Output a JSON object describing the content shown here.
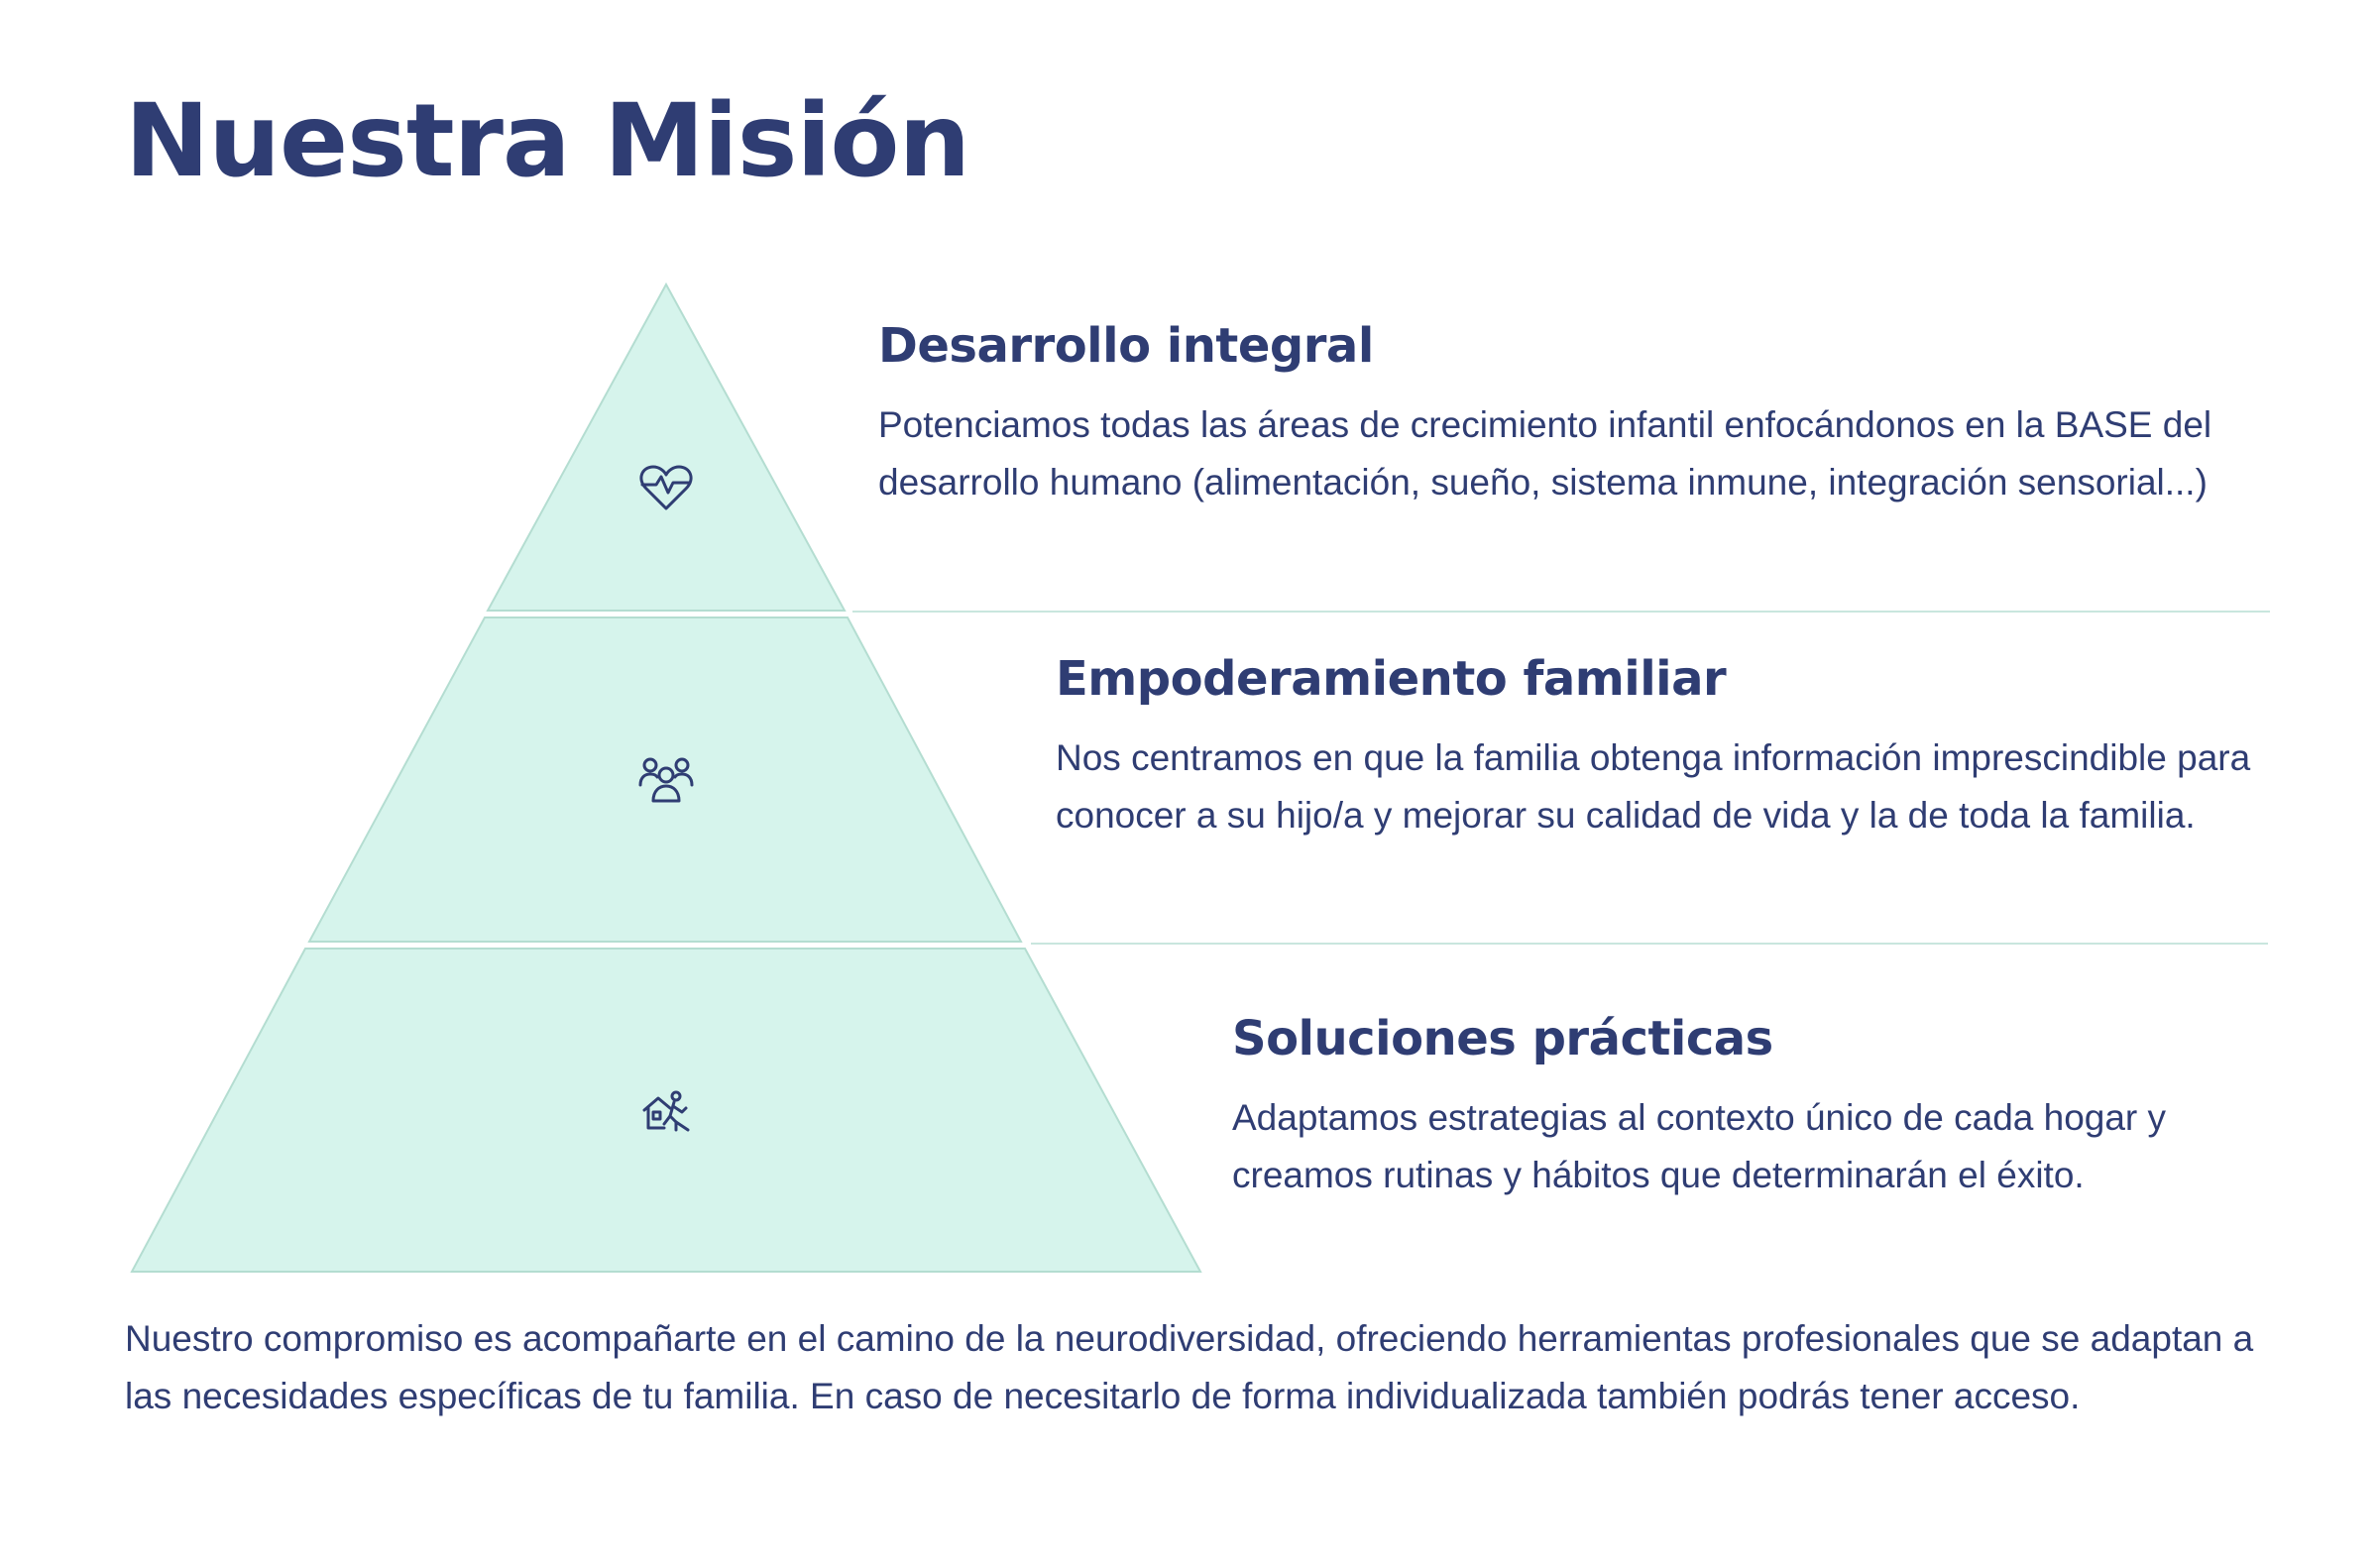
{
  "title": "Nuestra Misión",
  "colors": {
    "navy": "#2f3d73",
    "mint_fill": "#d6f4ec",
    "mint_stroke": "#b4ddd1",
    "divider": "#c9e6de"
  },
  "levels": [
    {
      "icon": "heart-pulse-icon",
      "title": "Desarrollo integral",
      "description": "Potenciamos todas las áreas de crecimiento infantil enfocándonos en la BASE del desarrollo humano (alimentación, sueño, sistema inmune, integración sensorial...)"
    },
    {
      "icon": "family-group-icon",
      "title": "Empoderamiento familiar",
      "description": "Nos centramos en que la familia obtenga información imprescindible para conocer a su hijo/a y mejorar su calidad de vida y la de toda la familia."
    },
    {
      "icon": "home-person-icon",
      "title": "Soluciones prácticas",
      "description": "Adaptamos estrategias al contexto único de cada hogar y creamos rutinas y hábitos que determinarán el éxito."
    }
  ],
  "footer": "Nuestro compromiso es acompañarte en el camino de la neurodiversidad, ofreciendo herramientas profesionales que se adaptan a las necesidades específicas de tu familia. En caso de necesitarlo de forma individualizada también podrás tener acceso."
}
